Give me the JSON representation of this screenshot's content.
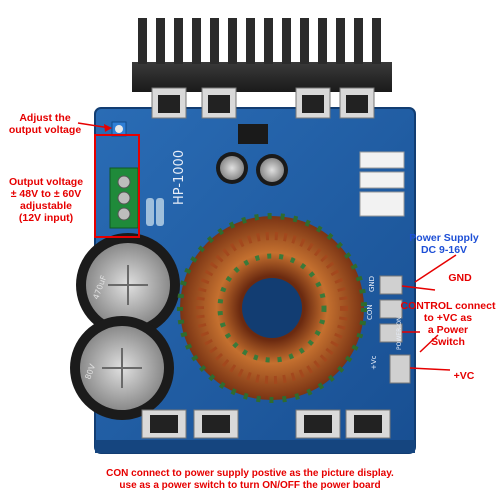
{
  "board": {
    "model": "HP-1000",
    "silk_gnd": "GND",
    "silk_con": "CON",
    "silk_poweron": "POWER-ON",
    "silk_vc": "+Vc",
    "cap_label": "470uF",
    "cap_rating": "80V"
  },
  "annotations": {
    "adjust_line1": "Adjust the",
    "adjust_line2": "output voltage",
    "outv_line1": "Output voltage",
    "outv_line2": "± 48V to ± 60V",
    "outv_line3": "adjustable",
    "outv_line4": "(12V input)",
    "psu_line1": "Power Supply",
    "psu_line2": "DC 9-16V",
    "gnd": "GND",
    "control_line1": "CONTROL connect",
    "control_line2": "to +VC as",
    "control_line3": "a Power",
    "control_line4": "Switch",
    "vc": "+VC",
    "bottom_line1": "CON connect to power supply postive as the picture display.",
    "bottom_line2": "use as a power switch to turn ON/OFF the power board"
  },
  "colors": {
    "pcb": "#1f5fa8",
    "annotation_red": "#e60000",
    "annotation_blue": "#1d4fd6",
    "heatsink": "#2a2a2a",
    "copper": "#b8612a"
  }
}
